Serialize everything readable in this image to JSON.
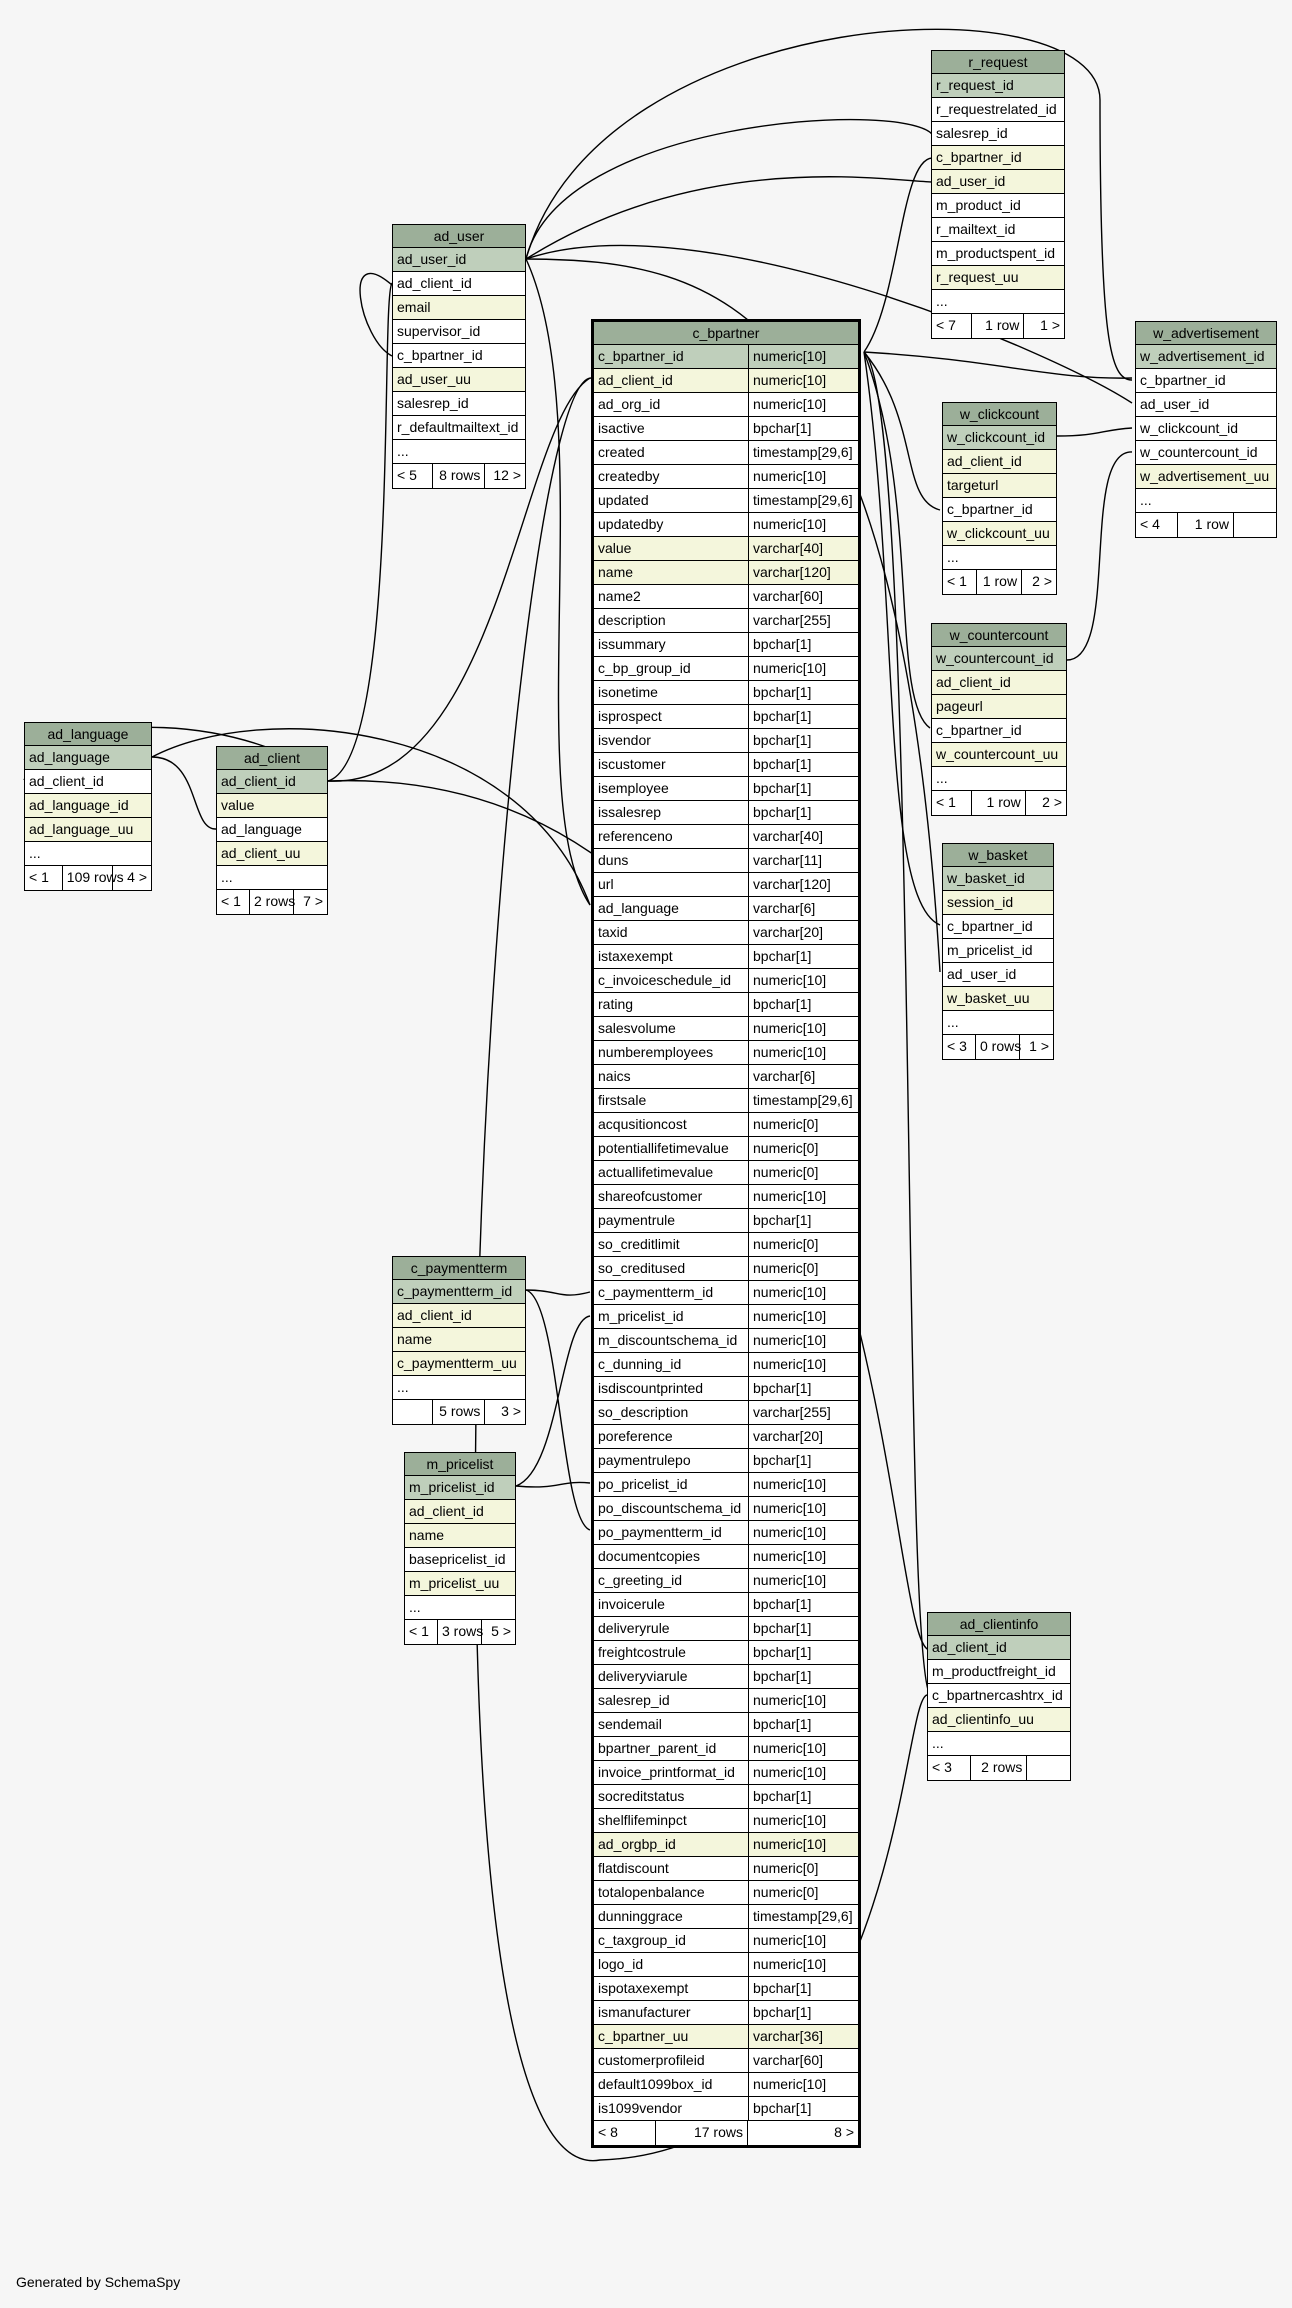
{
  "colors": {
    "header": "#9caf99",
    "primary_key": "#bfcfbb",
    "unique": "#f4f6dc",
    "background": "#f6f6f6"
  },
  "tables": {
    "r_request": {
      "name": "r_request",
      "columns": [
        "r_request_id",
        "r_requestrelated_id",
        "salesrep_id",
        "c_bpartner_id",
        "ad_user_id",
        "m_product_id",
        "r_mailtext_id",
        "m_productspent_id",
        "r_request_uu",
        "..."
      ],
      "footer": [
        "< 7",
        "1 row",
        "1 >"
      ]
    },
    "ad_user": {
      "name": "ad_user",
      "columns": [
        "ad_user_id",
        "ad_client_id",
        "email",
        "supervisor_id",
        "c_bpartner_id",
        "ad_user_uu",
        "salesrep_id",
        "r_defaultmailtext_id",
        "..."
      ],
      "footer": [
        "< 5",
        "8 rows",
        "12 >"
      ]
    },
    "w_advertisement": {
      "name": "w_advertisement",
      "columns": [
        "w_advertisement_id",
        "c_bpartner_id",
        "ad_user_id",
        "w_clickcount_id",
        "w_countercount_id",
        "w_advertisement_uu",
        "..."
      ],
      "footer": [
        "< 4",
        "1 row",
        ""
      ]
    },
    "w_clickcount": {
      "name": "w_clickcount",
      "columns": [
        "w_clickcount_id",
        "ad_client_id",
        "targeturl",
        "c_bpartner_id",
        "w_clickcount_uu",
        "..."
      ],
      "footer": [
        "< 1",
        "1 row",
        "2 >"
      ]
    },
    "w_countercount": {
      "name": "w_countercount",
      "columns": [
        "w_countercount_id",
        "ad_client_id",
        "pageurl",
        "c_bpartner_id",
        "w_countercount_uu",
        "..."
      ],
      "footer": [
        "< 1",
        "1 row",
        "2 >"
      ]
    },
    "w_basket": {
      "name": "w_basket",
      "columns": [
        "w_basket_id",
        "session_id",
        "c_bpartner_id",
        "m_pricelist_id",
        "ad_user_id",
        "w_basket_uu",
        "..."
      ],
      "footer": [
        "< 3",
        "0 rows",
        "1 >"
      ]
    },
    "ad_language": {
      "name": "ad_language",
      "columns": [
        "ad_language",
        "ad_client_id",
        "ad_language_id",
        "ad_language_uu",
        "..."
      ],
      "footer": [
        "< 1",
        "109 rows",
        "4 >"
      ]
    },
    "ad_client": {
      "name": "ad_client",
      "columns": [
        "ad_client_id",
        "value",
        "ad_language",
        "ad_client_uu",
        "..."
      ],
      "footer": [
        "< 1",
        "2 rows",
        "7 >"
      ]
    },
    "c_paymentterm": {
      "name": "c_paymentterm",
      "columns": [
        "c_paymentterm_id",
        "ad_client_id",
        "name",
        "c_paymentterm_uu",
        "..."
      ],
      "footer": [
        "",
        "5 rows",
        "3 >"
      ]
    },
    "m_pricelist": {
      "name": "m_pricelist",
      "columns": [
        "m_pricelist_id",
        "ad_client_id",
        "name",
        "basepricelist_id",
        "m_pricelist_uu",
        "..."
      ],
      "footer": [
        "< 1",
        "3 rows",
        "5 >"
      ]
    },
    "ad_clientinfo": {
      "name": "ad_clientinfo",
      "columns": [
        "ad_client_id",
        "m_productfreight_id",
        "c_bpartnercashtrx_id",
        "ad_clientinfo_uu",
        "..."
      ],
      "footer": [
        "< 3",
        "2 rows",
        ""
      ]
    },
    "c_bpartner": {
      "name": "c_bpartner",
      "columns": [
        [
          "c_bpartner_id",
          "numeric[10]"
        ],
        [
          "ad_client_id",
          "numeric[10]"
        ],
        [
          "ad_org_id",
          "numeric[10]"
        ],
        [
          "isactive",
          "bpchar[1]"
        ],
        [
          "created",
          "timestamp[29,6]"
        ],
        [
          "createdby",
          "numeric[10]"
        ],
        [
          "updated",
          "timestamp[29,6]"
        ],
        [
          "updatedby",
          "numeric[10]"
        ],
        [
          "value",
          "varchar[40]"
        ],
        [
          "name",
          "varchar[120]"
        ],
        [
          "name2",
          "varchar[60]"
        ],
        [
          "description",
          "varchar[255]"
        ],
        [
          "issummary",
          "bpchar[1]"
        ],
        [
          "c_bp_group_id",
          "numeric[10]"
        ],
        [
          "isonetime",
          "bpchar[1]"
        ],
        [
          "isprospect",
          "bpchar[1]"
        ],
        [
          "isvendor",
          "bpchar[1]"
        ],
        [
          "iscustomer",
          "bpchar[1]"
        ],
        [
          "isemployee",
          "bpchar[1]"
        ],
        [
          "issalesrep",
          "bpchar[1]"
        ],
        [
          "referenceno",
          "varchar[40]"
        ],
        [
          "duns",
          "varchar[11]"
        ],
        [
          "url",
          "varchar[120]"
        ],
        [
          "ad_language",
          "varchar[6]"
        ],
        [
          "taxid",
          "varchar[20]"
        ],
        [
          "istaxexempt",
          "bpchar[1]"
        ],
        [
          "c_invoiceschedule_id",
          "numeric[10]"
        ],
        [
          "rating",
          "bpchar[1]"
        ],
        [
          "salesvolume",
          "numeric[10]"
        ],
        [
          "numberemployees",
          "numeric[10]"
        ],
        [
          "naics",
          "varchar[6]"
        ],
        [
          "firstsale",
          "timestamp[29,6]"
        ],
        [
          "acqusitioncost",
          "numeric[0]"
        ],
        [
          "potentiallifetimevalue",
          "numeric[0]"
        ],
        [
          "actuallifetimevalue",
          "numeric[0]"
        ],
        [
          "shareofcustomer",
          "numeric[10]"
        ],
        [
          "paymentrule",
          "bpchar[1]"
        ],
        [
          "so_creditlimit",
          "numeric[0]"
        ],
        [
          "so_creditused",
          "numeric[0]"
        ],
        [
          "c_paymentterm_id",
          "numeric[10]"
        ],
        [
          "m_pricelist_id",
          "numeric[10]"
        ],
        [
          "m_discountschema_id",
          "numeric[10]"
        ],
        [
          "c_dunning_id",
          "numeric[10]"
        ],
        [
          "isdiscountprinted",
          "bpchar[1]"
        ],
        [
          "so_description",
          "varchar[255]"
        ],
        [
          "poreference",
          "varchar[20]"
        ],
        [
          "paymentrulepo",
          "bpchar[1]"
        ],
        [
          "po_pricelist_id",
          "numeric[10]"
        ],
        [
          "po_discountschema_id",
          "numeric[10]"
        ],
        [
          "po_paymentterm_id",
          "numeric[10]"
        ],
        [
          "documentcopies",
          "numeric[10]"
        ],
        [
          "c_greeting_id",
          "numeric[10]"
        ],
        [
          "invoicerule",
          "bpchar[1]"
        ],
        [
          "deliveryrule",
          "bpchar[1]"
        ],
        [
          "freightcostrule",
          "bpchar[1]"
        ],
        [
          "deliveryviarule",
          "bpchar[1]"
        ],
        [
          "salesrep_id",
          "numeric[10]"
        ],
        [
          "sendemail",
          "bpchar[1]"
        ],
        [
          "bpartner_parent_id",
          "numeric[10]"
        ],
        [
          "invoice_printformat_id",
          "numeric[10]"
        ],
        [
          "socreditstatus",
          "bpchar[1]"
        ],
        [
          "shelflifeminpct",
          "numeric[10]"
        ],
        [
          "ad_orgbp_id",
          "numeric[10]"
        ],
        [
          "flatdiscount",
          "numeric[0]"
        ],
        [
          "totalopenbalance",
          "numeric[0]"
        ],
        [
          "dunninggrace",
          "timestamp[29,6]"
        ],
        [
          "c_taxgroup_id",
          "numeric[10]"
        ],
        [
          "logo_id",
          "numeric[10]"
        ],
        [
          "ispotaxexempt",
          "bpchar[1]"
        ],
        [
          "ismanufacturer",
          "bpchar[1]"
        ],
        [
          "c_bpartner_uu",
          "varchar[36]"
        ],
        [
          "customerprofileid",
          "varchar[60]"
        ],
        [
          "default1099box_id",
          "numeric[10]"
        ],
        [
          "is1099vendor",
          "bpchar[1]"
        ]
      ],
      "footer": [
        "< 8",
        "17 rows",
        "8 >"
      ]
    }
  },
  "credit": "Generated by SchemaSpy"
}
